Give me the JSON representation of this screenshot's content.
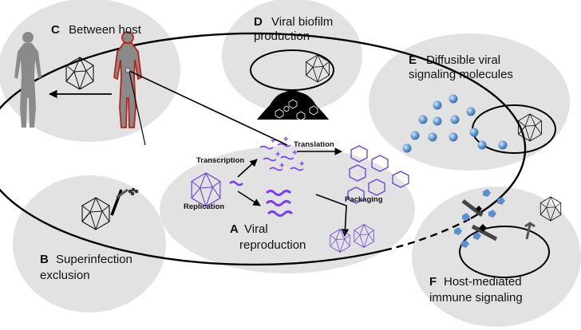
{
  "panels": {
    "c": {
      "letter": "C",
      "title": "Between host"
    },
    "d": {
      "letter": "D",
      "line1": "Viral biofilm",
      "line2": "production"
    },
    "e": {
      "letter": "E",
      "line1": "Diffusible viral",
      "line2": "signaling molecules"
    },
    "b": {
      "letter": "B",
      "line1": "Superinfection",
      "line2": "exclusion"
    },
    "a": {
      "letter": "A",
      "line1": "Viral",
      "line2": "reproduction"
    },
    "f": {
      "letter": "F",
      "line1": "Host-mediated",
      "line2": "immune signaling"
    }
  },
  "steps": {
    "transcription": "Transcription",
    "translation": "Translation",
    "replication": "Replication",
    "packaging": "Packaging"
  },
  "colors": {
    "bubble": "#e2e2e2",
    "viral_rna": "#7b3ff2",
    "signal": "#5b8fd0",
    "human": "#8a8a8a",
    "infected_outline": "#b5241b"
  }
}
